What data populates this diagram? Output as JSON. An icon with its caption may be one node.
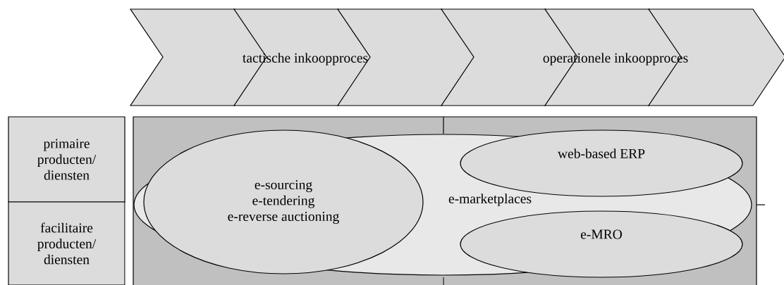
{
  "diagram": {
    "nodes": [
      {
        "text": [],
        "shape": "chevron"
      },
      {
        "text": [],
        "shape": "chevron"
      },
      {
        "text": [],
        "shape": "chevron"
      },
      {
        "text": [],
        "shape": "chevron"
      },
      {
        "text": [],
        "shape": "chevron"
      },
      {
        "text": [],
        "shape": "chevron"
      },
      {
        "text": [
          "primaire producten/ diensten"
        ]
      },
      {
        "text": [
          "facilitaire producten/ diensten"
        ]
      },
      {
        "text": [],
        "shape": "box"
      },
      {
        "text": [
          "web-based ERP"
        ],
        "in": 11
      },
      {
        "text": [
          "e-sourcing e-tendering e-reverse auctioning"
        ],
        "in": 11
      },
      {
        "text": [
          "e-marketplaces"
        ],
        "in": 8
      },
      {
        "text": [
          "e-MRO"
        ],
        "in": 11
      }
    ],
    "labels": [
      "tactische inkoopproces",
      "operationele inkoopproces"
    ]
  }
}
